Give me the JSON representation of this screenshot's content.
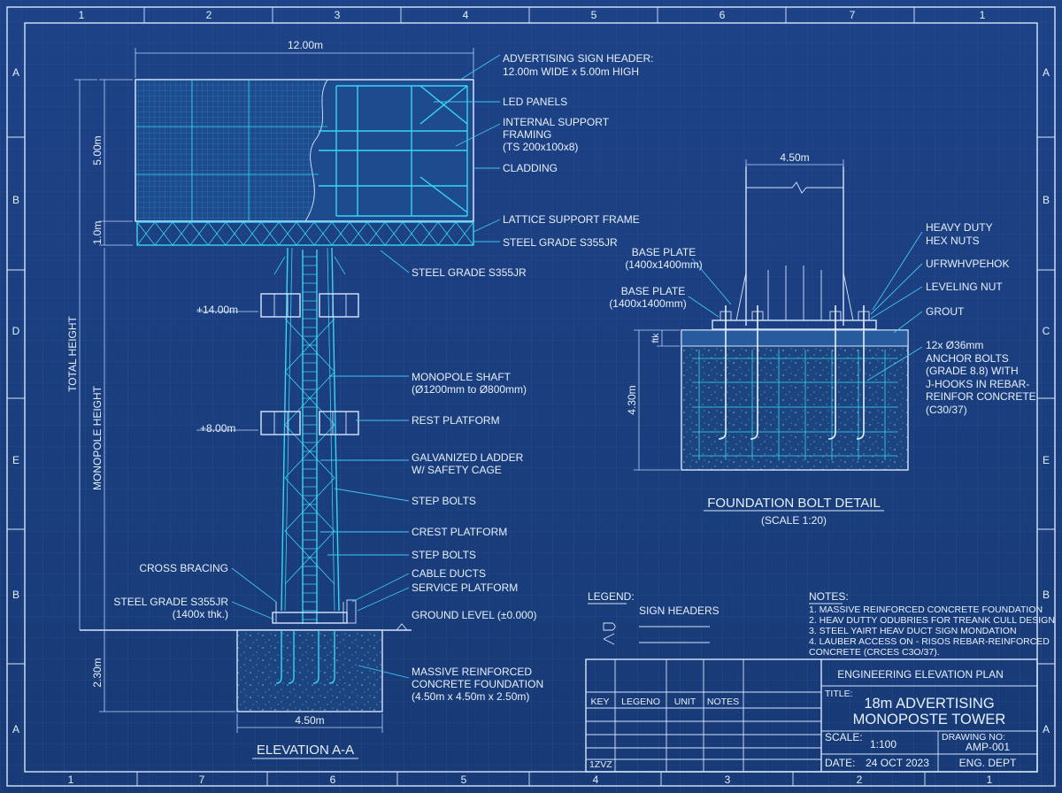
{
  "grid": {
    "top": [
      "1",
      "2",
      "3",
      "4",
      "5",
      "6",
      "7",
      "1"
    ],
    "bottom": [
      "1",
      "7",
      "6",
      "5",
      "4",
      "3",
      "2",
      "1"
    ],
    "left": [
      "A",
      "B",
      "D",
      "E",
      "B",
      "A"
    ],
    "right": [
      "A",
      "B",
      "C",
      "E",
      "B",
      "A"
    ]
  },
  "elevation": {
    "width_dim": "12.00m",
    "header_height_dim": "5.00m",
    "lattice_dim": "1.0m",
    "total_height": "TOTAL HEIGHT",
    "monopole_height": "MONOPOLE HEIGHT",
    "foundation_depth": "2.30m",
    "foundation_width": "4.50m",
    "level_14": "+14.00m",
    "level_8": "+8.00m",
    "title": "ELEVATION A-A",
    "callouts": {
      "header_1": "ADVERTISING SIGN HEADER:",
      "header_2": "12.00m WIDE x 5.00m HIGH",
      "led": "LED PANELS",
      "framing_1": "INTERNAL SUPPORT",
      "framing_2": "FRAMING",
      "framing_3": "(TS 200x100x8)",
      "cladding": "CLADDING",
      "lattice": "LATTICE SUPPORT FRAME",
      "steel1": "STEEL GRADE S355JR",
      "steel2": "STEEL GRADE S355JR",
      "shaft_1": "MONOPOLE SHAFT",
      "shaft_2": "(Ø1200mm to Ø800mm)",
      "rest": "REST PLATFORM",
      "ladder_1": "GALVANIZED LADDER",
      "ladder_2": "W/ SAFETY CAGE",
      "step1": "STEP BOLTS",
      "crest": "CREST PLATFORM",
      "step2": "STEP BOLTS",
      "cable": "CABLE DUCTS",
      "service": "SERVICE PLATFORM",
      "ground": "GROUND LEVEL (±0.000)",
      "found_1": "MASSIVE REINFORCED",
      "found_2": "CONCRETE FOUNDATION",
      "found_3": "(4.50m x 4.50m x 2.50m)",
      "cross": "CROSS BRACING",
      "steel_l_1": "STEEL GRADE S355JR",
      "steel_l_2": "(1400x thk.)"
    }
  },
  "detail": {
    "width_dim": "4.50m",
    "depth_dim": "4.30m",
    "grout_dim": "ftk",
    "title": "FOUNDATION BOLT DETAIL",
    "scale": "(SCALE 1:20)",
    "callouts": {
      "bp1_1": "BASE PLATE",
      "bp1_2": "(1400x1400mm)",
      "bp2_1": "BASE PLATE",
      "bp2_2": "(1400x1400mm)",
      "hex_1": "HEAVY DUTY",
      "hex_2": "HEX NUTS",
      "garbled": "UFRWHVPEHOK",
      "level": "LEVELING NUT",
      "grout": "GROUT",
      "bolts_1": "12x Ø36mm",
      "bolts_2": "ANCHOR BOLTS",
      "bolts_3": "(GRADE 8.8) WITH",
      "bolts_4": "J-HOOKS IN REBAR-",
      "bolts_5": "REINFOR CONCRETE",
      "bolts_6": "(C30/37)"
    }
  },
  "legend": {
    "title": "LEGEND:",
    "item1": "SIGN HEADERS"
  },
  "notes": {
    "title": "NOTES:",
    "items": [
      "1.   MASSIVE REINFORCED CONCRETE FOUNDATION",
      "2.   HEAV DUTTY ODUBRIES FOR TREANK CULL DESIGN",
      "3.   STEEL YAIRT HEAV DUCT SIGN MONDATION",
      "4.   LAUBER ACCESS ON - RISOS REBAR-REINFORCED",
      "      CONCRETE (CRCES C3O/37)."
    ]
  },
  "titleblock": {
    "table_headers": [
      "KEY",
      "LEGENO",
      "UNIT",
      "NOTES"
    ],
    "table_foot": "1ZVZ",
    "plan": "ENGINEERING ELEVATION PLAN",
    "title_label": "TITLE:",
    "title_1": "18m ADVERTISING",
    "title_2": "MONOPOSTE TOWER",
    "scale_label": "SCALE:",
    "scale_value": "1:100",
    "drawing_label": "DRAWING NO:",
    "drawing_value": "AMP-001",
    "date_label": "DATE:",
    "date_value": "24 OCT 2023",
    "dept": "ENG. DEPT"
  }
}
